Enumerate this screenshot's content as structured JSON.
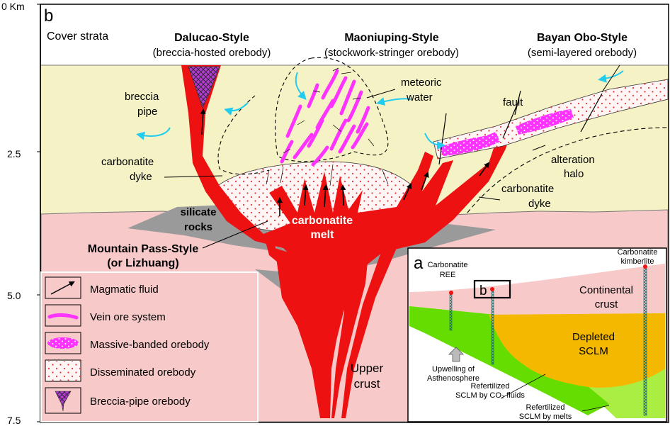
{
  "axis": {
    "ticks": [
      {
        "label": "0 Km",
        "depth_km": 0
      },
      {
        "label": "2.5",
        "depth_km": 2.5
      },
      {
        "label": "5.0",
        "depth_km": 5.0
      },
      {
        "label": "7.5",
        "depth_km": 7.5
      }
    ]
  },
  "panel_b": {
    "letter": "b",
    "cover_strata": "Cover strata",
    "styles": [
      {
        "title": "Dalucao-Style",
        "subtitle": "(breccia-hosted orebody)"
      },
      {
        "title": "Maoniuping-Style",
        "subtitle": "(stockwork-stringer orebody)"
      },
      {
        "title": "Bayan Obo-Style",
        "subtitle": "(semi-layered orebody)"
      }
    ],
    "labels": {
      "breccia_pipe_1": "breccia",
      "breccia_pipe_2": "pipe",
      "meteoric_1": "meteoric",
      "meteoric_2": "water",
      "fault": "fault",
      "alteration_1": "alteration",
      "alteration_2": "halo",
      "dyke_left_1": "carbonatite",
      "dyke_left_2": "dyke",
      "dyke_right_1": "carbonatite",
      "dyke_right_2": "dyke",
      "silicate_1": "silicate",
      "silicate_2": "rocks",
      "melt_1": "carbonatite",
      "melt_2": "melt",
      "mp_1": "Mountain Pass-Style",
      "mp_2": "(or Lizhuang)",
      "upper_1": "Upper",
      "upper_2": "crust"
    }
  },
  "legend": [
    {
      "label": "Magmatic fluid",
      "icon": "arrow-icon"
    },
    {
      "label": "Vein ore system",
      "icon": "vein-icon"
    },
    {
      "label": "Massive-banded orebody",
      "icon": "massive-icon"
    },
    {
      "label": "Disseminated orebody",
      "icon": "dots-icon"
    },
    {
      "label": "Breccia-pipe orebody",
      "icon": "breccia-icon"
    }
  ],
  "inset": {
    "letter": "a",
    "box_label": "b",
    "carbonatite_ree_1": "Carbonatite",
    "carbonatite_ree_2": "REE",
    "kimberlite_1": "Carbonatite",
    "kimberlite_2": "kimberlite",
    "continental_1": "Continental",
    "continental_2": "crust",
    "depleted_1": "Depleted",
    "depleted_2": "SCLM",
    "upwelling_1": "Upwelling of",
    "upwelling_2": "Asthenosphere",
    "refert_co2_1": "Refertilized",
    "refert_co2_2": "SCLM by CO₂ fluids",
    "refert_melts_1": "Refertilized",
    "refert_melts_2": "SCLM by melts"
  },
  "colors": {
    "cover": "#f5f3c6",
    "crust": "#f7c9c9",
    "silicate": "#9a9a9a",
    "melt": "#ee1111",
    "vein": "#ff33ff",
    "meteoric_arrow": "#22ccee",
    "depleted_sclm": "#f5b800",
    "refert_green": "#66dd00",
    "refert_light": "#aaee44"
  }
}
